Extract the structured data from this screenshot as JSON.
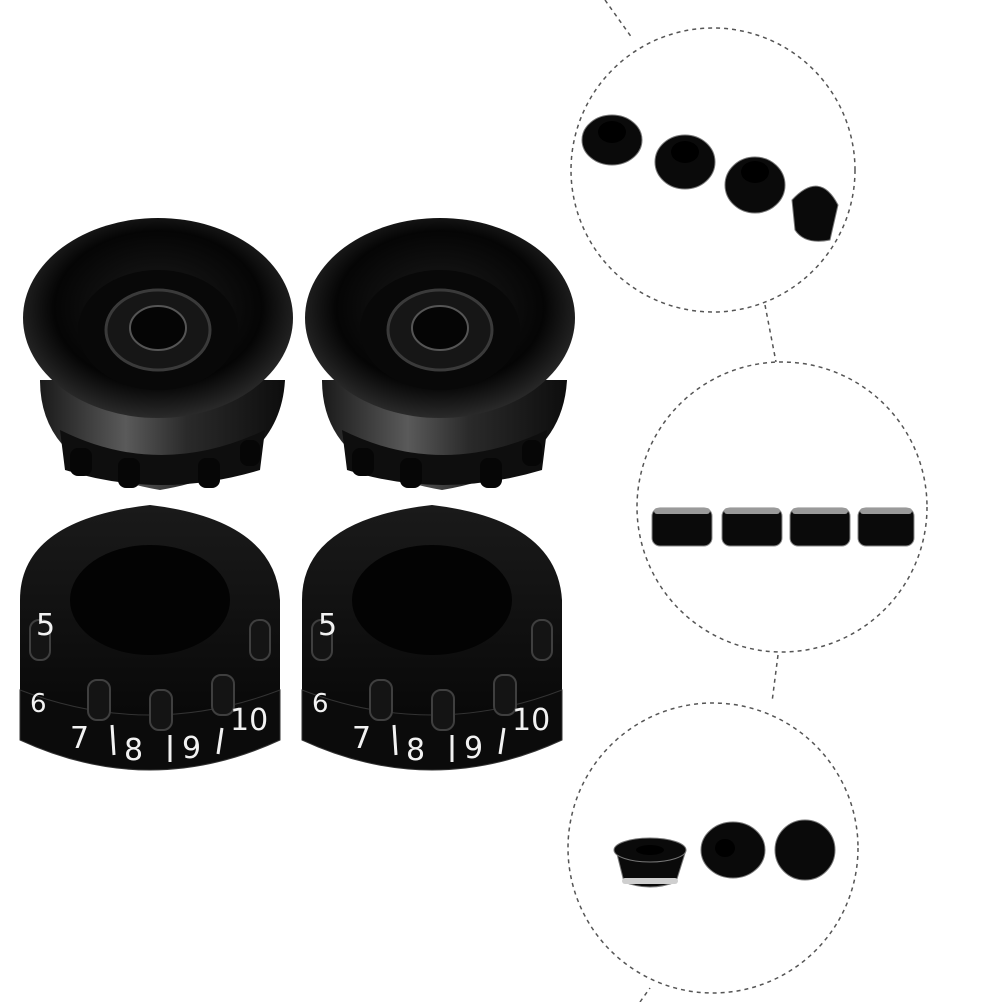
{
  "colors": {
    "background": "#ffffff",
    "knob_black": "#0b0b0b",
    "knob_gray": "#4a4a4a",
    "numeral": "#f2f2f2",
    "dashed_line": "#555555"
  },
  "main_knobs": {
    "top_left": {
      "view": "top-view-skirt-up"
    },
    "top_right": {
      "view": "top-view-skirt-up"
    },
    "bottom_left": {
      "view": "side-view",
      "numerals": [
        "5",
        "6",
        "7",
        "8",
        "9",
        "10"
      ]
    },
    "bottom_right": {
      "view": "side-view",
      "numerals": [
        "5",
        "6",
        "7",
        "8",
        "9",
        "10"
      ]
    }
  },
  "detail_circles": [
    {
      "content": "four-knobs-perspective"
    },
    {
      "content": "four-knobs-side-row"
    },
    {
      "content": "three-knobs-angles"
    }
  ]
}
